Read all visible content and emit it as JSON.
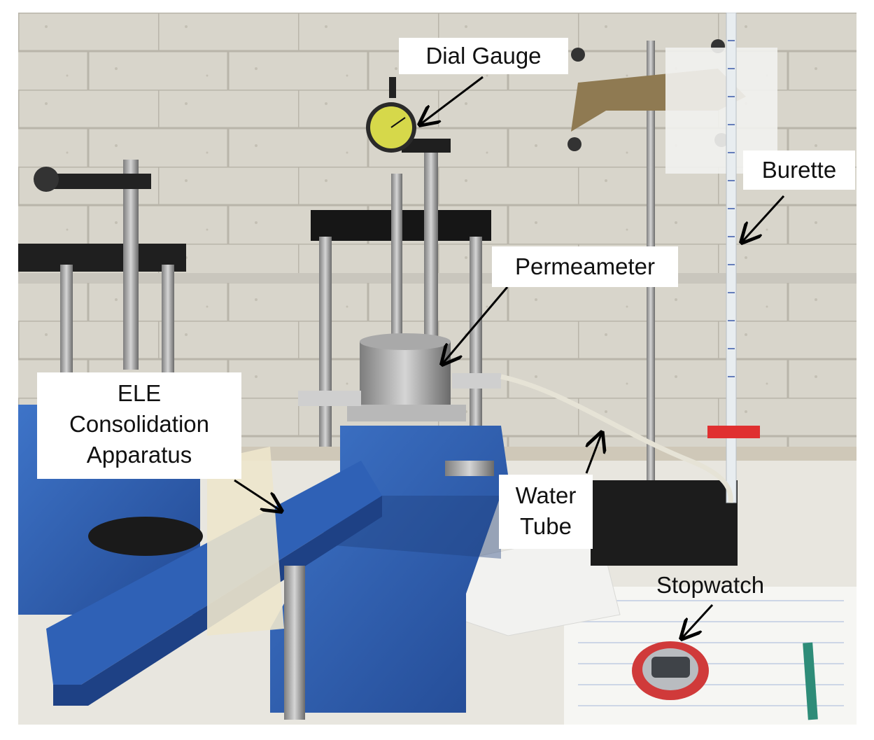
{
  "image": {
    "description_alt": "Laboratory setup with consolidation apparatus, permeameter, burette and stopwatch"
  },
  "labels": {
    "dial_gauge": "Dial Gauge",
    "burette": "Burette",
    "permeameter": "Permeameter",
    "ele_line1": "ELE",
    "ele_line2": "Consolidation",
    "ele_line3": "Apparatus",
    "water_tube_line1": "Water",
    "water_tube_line2": "Tube",
    "stopwatch": "Stopwatch"
  },
  "colors": {
    "wall": "#d9d6cc",
    "apparatus_blue": "#2f5fb0",
    "bench": "#e9e7e0",
    "base_black": "#1c1c1c",
    "arrow": "#000000"
  }
}
